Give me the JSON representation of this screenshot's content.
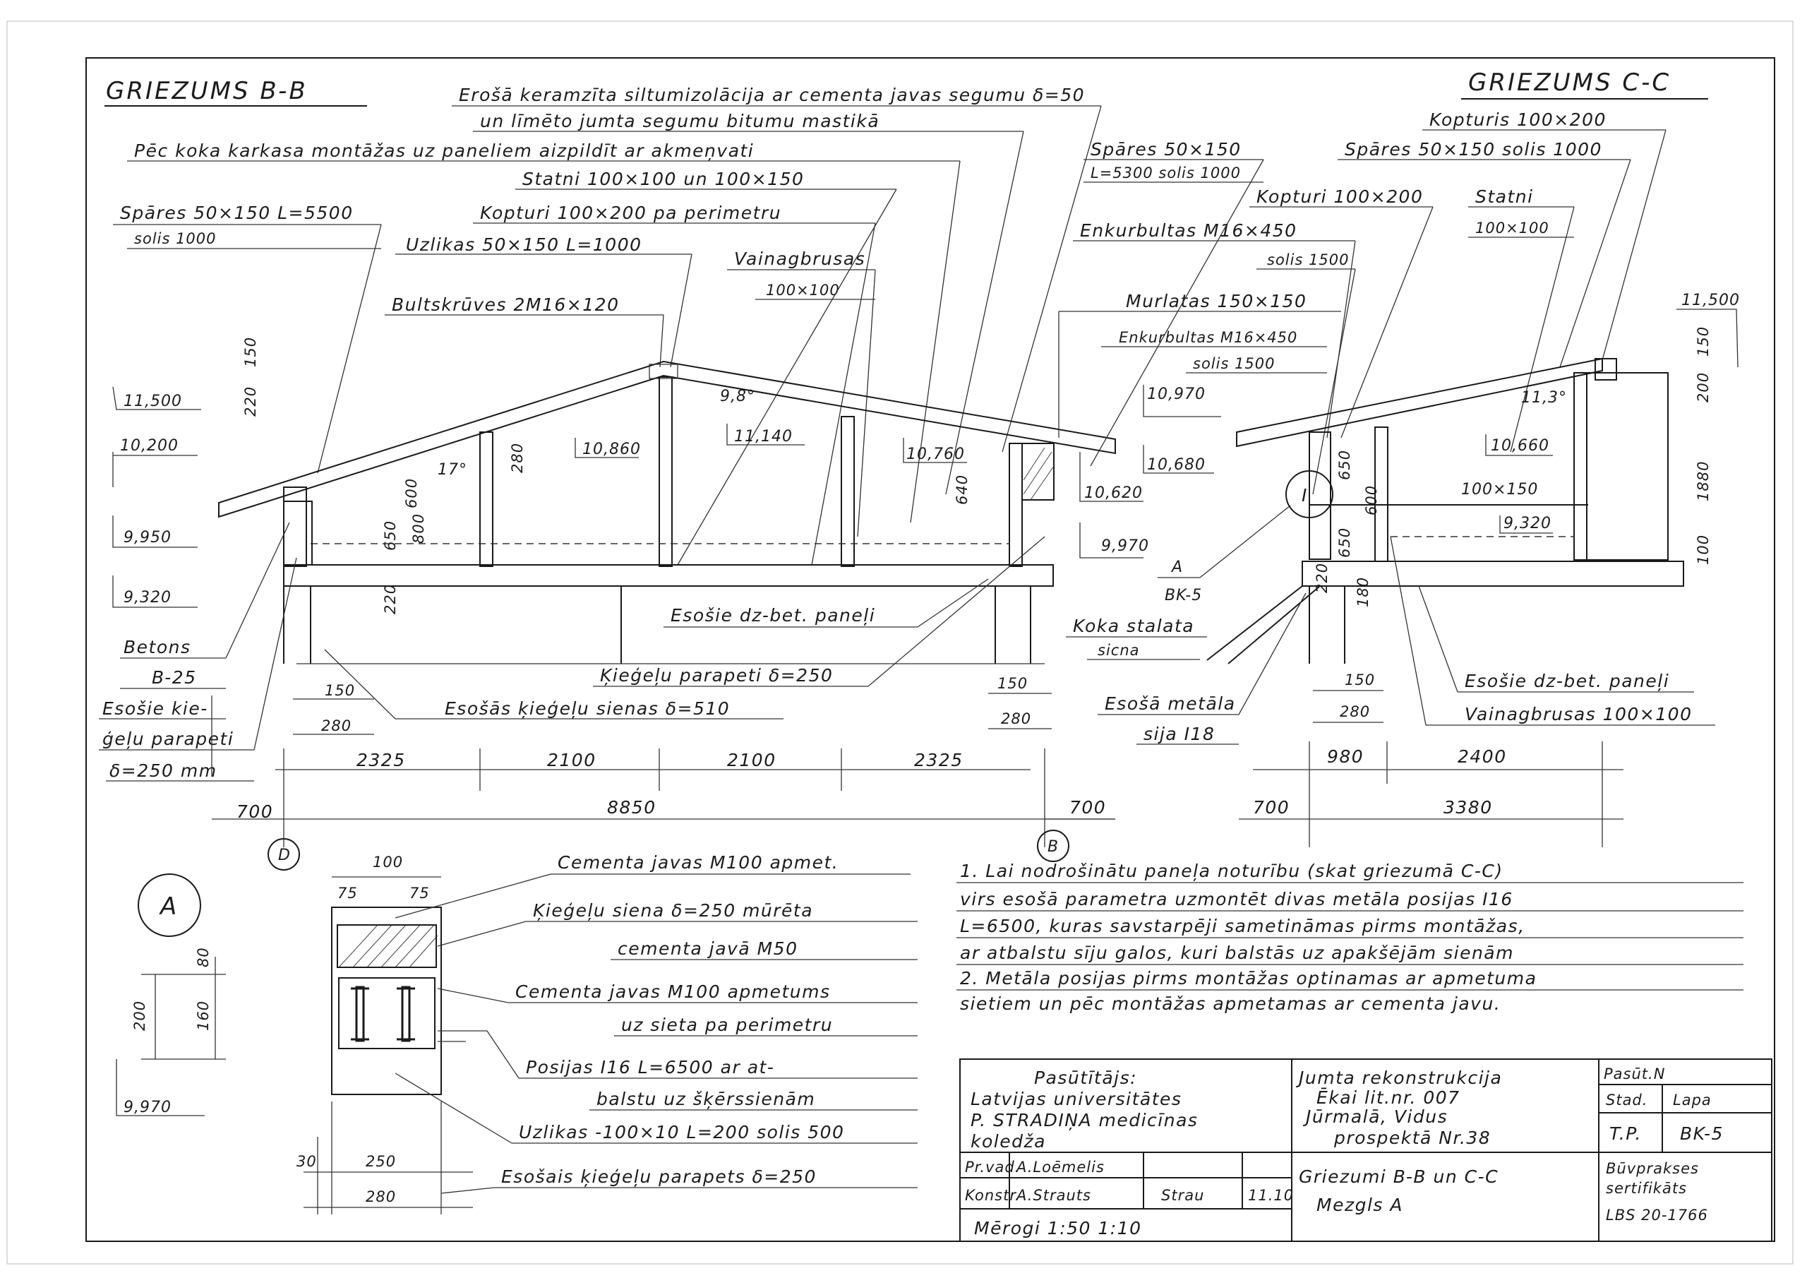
{
  "section_bb": {
    "title": "GRIEZUMS B-B",
    "insulation_1": "Erošā keramzīta siltumizolācija ar cementa javas segumu δ=50",
    "insulation_2": "un līmēto jumta segumu bitumu mastikā",
    "cork": "Pēc koka karkasa montāžas uz paneliem aizpildīt ar akmeņvati",
    "posts": "Statni 100×100 un 100×150",
    "rafters": "Spāres 50×150 L=5500",
    "rafters_step": "solis 1000",
    "caps": "Kopturi 100×200 pa perimetru",
    "pads": "Uzlikas 50×150 L=1000",
    "bolts": "Bultskrūves 2M16×120",
    "braces": "Vainagbrusas",
    "braces_size": "100×100",
    "concrete": "Betons",
    "concrete_grade": "B-25",
    "parapet_1": "Esošie kie-",
    "parapet_2": "ģeļu parapeti",
    "parapet_3": "δ=250 mm",
    "panels": "Esošie dz-bet. paneļi",
    "brick_parapet": "Ķieģeļu parapeti δ=250",
    "brick_walls": "Esošās ķieģeļu sienas δ=510",
    "levels": {
      "l11500": "11,500",
      "l10200": "10,200",
      "l9950": "9,950",
      "l9320": "9,320",
      "l10860": "10,860",
      "l11140": "11,140",
      "l10760": "10,760",
      "l10620": "10,620",
      "l9970": "9,970"
    },
    "angles": {
      "a17": "17°",
      "a98": "9,8°"
    },
    "small_dims": {
      "d150": "150",
      "d220": "220",
      "d650": "650",
      "d600": "600",
      "d800": "800",
      "d640": "640",
      "d280": "280",
      "d150b": "150",
      "d280b": "280",
      "d150c": "150"
    },
    "dims": [
      "2325",
      "2100",
      "2100",
      "2325"
    ],
    "total": "8850",
    "left_700": "700",
    "right_700": "700",
    "axis_d": "D",
    "axis_b": "B"
  },
  "section_cc": {
    "title": "GRIEZUMS C-C",
    "caps": "Kopturis 100×200",
    "rafters": "Spāres 50×150 solis 1000",
    "rafters_l": "Spāres 50×150",
    "rafters_l2": "L=5300 solis 1000",
    "caps2": "Kopturi 100×200",
    "anchor": "Enkurbultas M16×450",
    "anchor_step": "solis 1500",
    "posts": "Statni",
    "posts_size": "100×100",
    "mauerlat": "Murlatas 150×150",
    "anchor2": "Enkurbultas M16×450",
    "anchor2_step": "solis 1500",
    "node_ref": "A",
    "sheet_ref": "BK-5",
    "frame_1": "Koka stalata",
    "frame_2": "sicna",
    "metal_1": "Esošā metāla",
    "metal_2": "sija I18",
    "panels": "Esošie dz-bet. paneļi",
    "braces": "Vainagbrusas 100×100",
    "beam": "100×150",
    "levels": {
      "l10970": "10,970",
      "l10680": "10,680",
      "l11500": "11,500",
      "l10660": "10,660",
      "l9320": "9,320"
    },
    "angle": "11,3°",
    "small_dims": {
      "d150": "150",
      "d280": "280",
      "d1880": "1880",
      "d100": "100",
      "d200": "200",
      "d650": "650",
      "d600": "600",
      "d220": "220",
      "d180": "180"
    },
    "dims": [
      "980",
      "2400"
    ],
    "total": "3380",
    "left_700": "700"
  },
  "node_a": {
    "label": "A",
    "d100": "100",
    "d75a": "75",
    "d75b": "75",
    "d80": "80",
    "d160": "160",
    "d200": "200",
    "d250": "250",
    "d280": "280",
    "d30": "30",
    "level": "9,970",
    "beam_mark": "I",
    "notes": [
      "Cementa javas M100 apmet.",
      "Ķieģeļu siena δ=250 mūrēta",
      "cementa javā M50",
      "Cementa javas M100 apmetums",
      "uz sieta pa perimetru",
      "Posijas I16 L=6500 ar at-",
      "balstu uz šķērssienām",
      "Uzlikas -100×10 L=200 solis 500",
      "Esošais ķieģeļu parapets δ=250"
    ]
  },
  "general_notes": [
    "1. Lai nodrošinātu paneļa noturību (skat griezumā C-C)",
    "virs esošā parametra uzmontēt divas metāla posijas I16",
    "L=6500, kuras savstarpēji sametināmas pirms montāžas,",
    "ar atbalstu sīju galos, kuri balstās uz apakšējām sienām",
    "2. Metāla posijas pirms montāžas optinamas ar apmetuma",
    "sietiem un pēc montāžas apmetamas ar cementa javu."
  ],
  "title_block": {
    "client_label": "Pasūtītājs:",
    "client_1": "Latvijas universitātes",
    "client_2": "P. STRADIŅA medicīnas",
    "client_3": "koledža",
    "project_1": "Jumta rekonstrukcija",
    "project_2": "Ēkai lit.nr. 007",
    "project_3": "Jūrmalā, Vidus",
    "project_4": "prospektā Nr.38",
    "contents_1": "Griezumi B-B un C-C",
    "contents_2": "Mezgls A",
    "role_1": "Pr.vad.",
    "name_1": "A.Loēmelis",
    "role_2": "Konstr.",
    "name_2": "A.Strauts",
    "sign_2": "Strau",
    "date_2": "11.10",
    "scale": "Mērogi 1:50 1:10",
    "stage_label": "Pasūt.N",
    "stage_hdr": "Stad.",
    "sheet_hdr": "Lapa",
    "stage_val": "T.P.",
    "sheet_val": "BK-5",
    "cert_1": "Būvprakses",
    "cert_2": "sertifikāts",
    "cert_3": "LBS 20-1766"
  }
}
